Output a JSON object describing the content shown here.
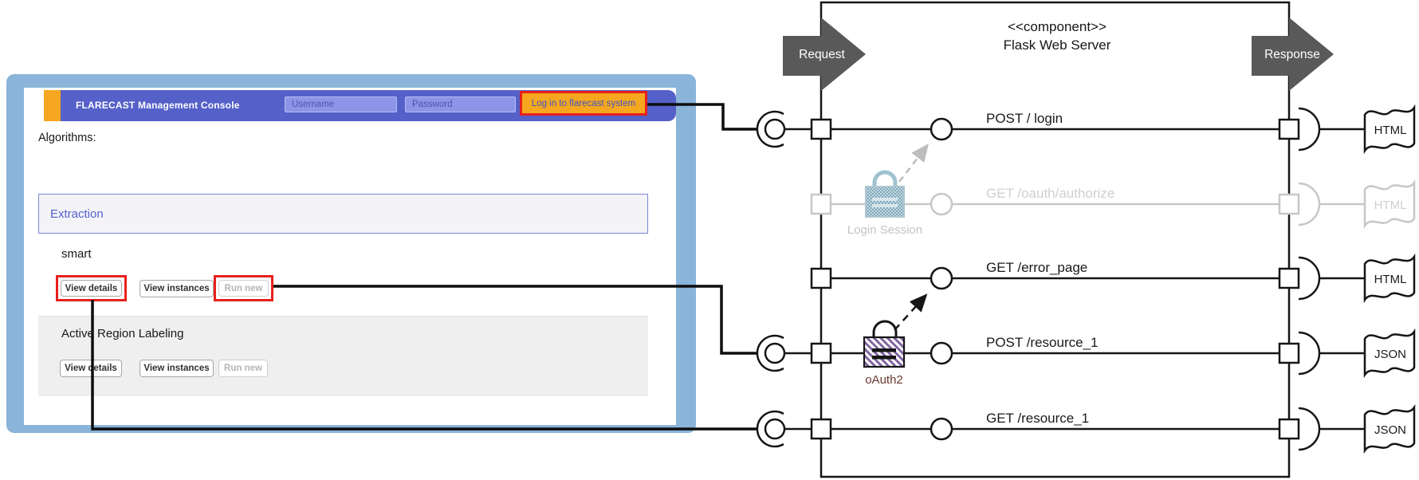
{
  "console": {
    "title": "FLARECAST Management Console",
    "username_placeholder": "Username",
    "password_placeholder": "Password",
    "login_button": "Log in to flarecast system",
    "algorithms_heading": "Algorithms:",
    "panel_title": "Extraction",
    "algorithms": [
      {
        "name": "smart",
        "buttons": [
          "View details",
          "View instances",
          "Run new"
        ]
      },
      {
        "name": "Active Region Labeling",
        "buttons": [
          "View details",
          "View instances",
          "Run new"
        ]
      }
    ],
    "colors": {
      "frame_blue": "#8ab4d9",
      "header_purple": "#5560c8",
      "accent_orange": "#f5a71f",
      "annotation_red": "#e8211d",
      "login_text_blue": "#4153c5"
    }
  },
  "diagram": {
    "component_stereotype": "<<component>>",
    "component_name": "Flask Web Server",
    "request_label": "Request",
    "response_label": "Response",
    "locks": {
      "session": "Login Session",
      "oauth": "oAuth2"
    },
    "rows": [
      {
        "endpoint": "POST / login",
        "doc": "HTML",
        "state": "active"
      },
      {
        "endpoint": "GET /oauth/authorize",
        "doc": "HTML",
        "state": "inactive"
      },
      {
        "endpoint": "GET /error_page",
        "doc": "HTML",
        "state": "active"
      },
      {
        "endpoint": "POST /resource_1",
        "doc": "JSON",
        "state": "active"
      },
      {
        "endpoint": "GET /resource_1",
        "doc": "JSON",
        "state": "active"
      }
    ],
    "icons": {
      "port": "port-square-icon",
      "interface": "lollipop-circle-icon",
      "socket": "socket-arc-icon",
      "ball": "ball-circle-icon",
      "lock": "padlock-icon",
      "document": "wavy-document-icon"
    },
    "colors": {
      "arrow_gray": "#595959",
      "inactive_gray": "#c7c7c7",
      "lock_teal": "#7fa8ba",
      "lock_purple": "#8064a2",
      "oauth_label": "#6a3a30"
    }
  }
}
